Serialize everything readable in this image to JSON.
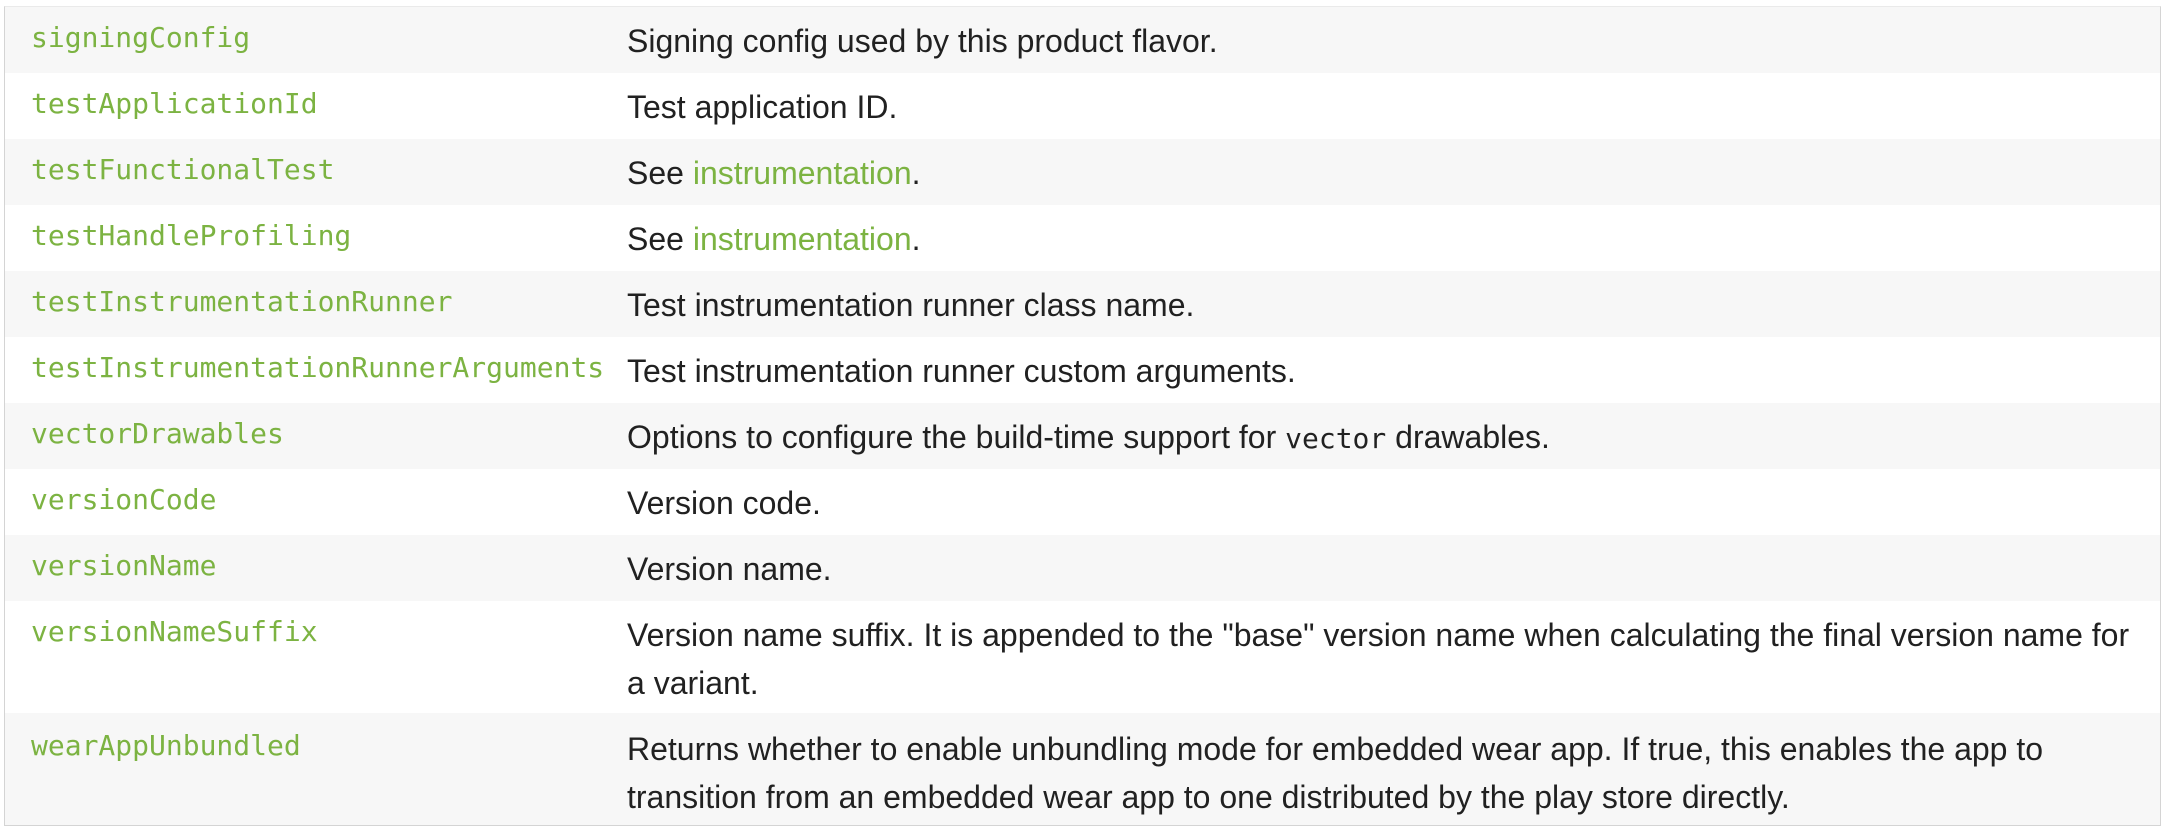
{
  "rows": [
    {
      "name": "signingConfig",
      "desc": "Signing config used by this product flavor."
    },
    {
      "name": "testApplicationId",
      "desc": "Test application ID."
    },
    {
      "name": "testFunctionalTest",
      "desc_prefix": "See ",
      "link": "instrumentation",
      "desc_suffix": "."
    },
    {
      "name": "testHandleProfiling",
      "desc_prefix": "See ",
      "link": "instrumentation",
      "desc_suffix": "."
    },
    {
      "name": "testInstrumentationRunner",
      "desc": "Test instrumentation runner class name."
    },
    {
      "name": "testInstrumentationRunnerArguments",
      "desc": "Test instrumentation runner custom arguments."
    },
    {
      "name": "vectorDrawables",
      "desc_prefix": "Options to configure the build-time support for ",
      "code": "vector",
      "desc_suffix": " drawables."
    },
    {
      "name": "versionCode",
      "desc": "Version code."
    },
    {
      "name": "versionName",
      "desc": "Version name."
    },
    {
      "name": "versionNameSuffix",
      "desc": "Version name suffix. It is appended to the \"base\" version name when calculating the final version name for a variant."
    },
    {
      "name": "wearAppUnbundled",
      "desc": "Returns whether to enable unbundling mode for embedded wear app. If true, this enables the app to transition from an embedded wear app to one distributed by the play store directly."
    }
  ],
  "colors": {
    "accent": "#7cb342",
    "text": "#212121",
    "row_alt": "#f7f7f7"
  }
}
